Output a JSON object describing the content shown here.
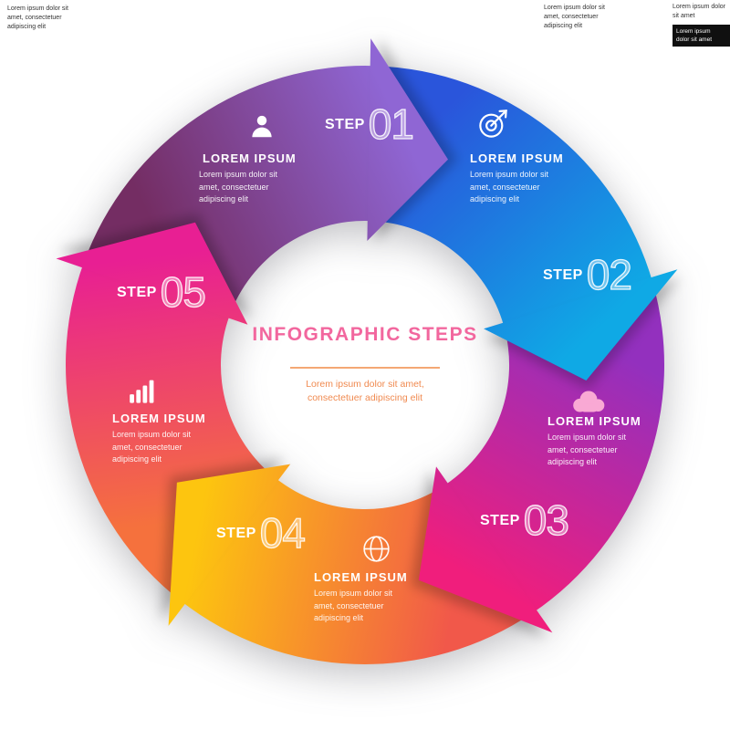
{
  "center": {
    "title": "INFOGRAPHIC STEPS",
    "subtitle": "Lorem ipsum dolor sit amet, consectetuer adipiscing elit",
    "title_color": "#F2679E",
    "subtitle_color": "#F08A50",
    "divider_color": "#F4A874"
  },
  "steps": [
    {
      "id": "01",
      "step_label": "STEP",
      "step_number": "01",
      "heading": "LOREM IPSUM",
      "body": "Lorem ipsum dolor sit amet, consectetuer adipiscing elit",
      "icon": "person-icon",
      "gradient_start": "#742D63",
      "gradient_end": "#8F66D4"
    },
    {
      "id": "02",
      "step_label": "STEP",
      "step_number": "02",
      "heading": "LOREM IPSUM",
      "body": "Lorem ipsum dolor sit amet, consectetuer adipiscing elit",
      "icon": "target-icon",
      "gradient_start": "#2A55DB",
      "gradient_end": "#0FA9E5"
    },
    {
      "id": "03",
      "step_label": "STEP",
      "step_number": "03",
      "heading": "LOREM IPSUM",
      "body": "Lorem ipsum dolor sit amet, consectetuer adipiscing elit",
      "icon": "cloud-icon",
      "gradient_start": "#9330BE",
      "gradient_end": "#F01E7C"
    },
    {
      "id": "04",
      "step_label": "STEP",
      "step_number": "04",
      "heading": "LOREM IPSUM",
      "body": "Lorem ipsum dolor sit amet, consectetuer adipiscing elit",
      "icon": "globe-icon",
      "gradient_start": "#F1584A",
      "gradient_end": "#FDC50F"
    },
    {
      "id": "05",
      "step_label": "STEP",
      "step_number": "05",
      "heading": "LOREM IPSUM",
      "body": "Lorem ipsum dolor sit amet, consectetuer adipiscing elit",
      "icon": "bar-chart-icon",
      "gradient_start": "#F5713D",
      "gradient_end": "#E81F93"
    }
  ],
  "notes": {
    "top_left": "Lorem ipsum dolor sit\namet, consectetuer\nadipiscing elit",
    "top_right_1": "Lorem ipsum dolor sit\namet, consectetuer\nadipiscing elit",
    "top_right_2": "Lorem ipsum dolor\nsit amet",
    "badge": "Lorem ipsum\ndolor sit amet"
  }
}
